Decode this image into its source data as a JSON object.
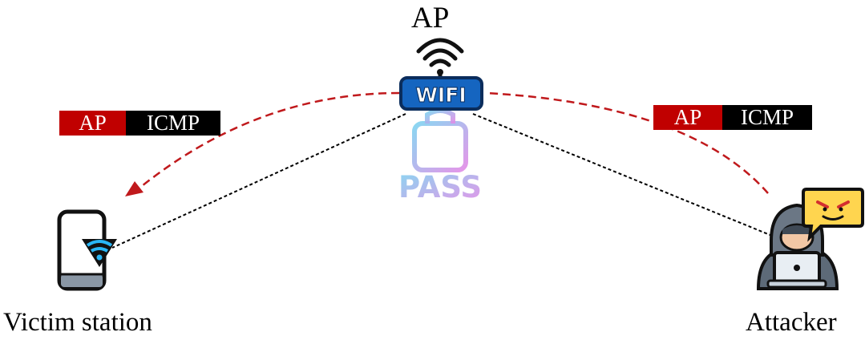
{
  "ap": {
    "title": "AP",
    "router_text": "WIFI",
    "pass_text": "PASS"
  },
  "victim": {
    "label": "Victim station"
  },
  "attacker": {
    "label": "Attacker"
  },
  "packets": [
    {
      "ap_field": "AP",
      "icmp_field": "ICMP"
    },
    {
      "ap_field": "AP",
      "icmp_field": "ICMP"
    }
  ],
  "colors": {
    "forged_path": "#c0191c",
    "link": "#000000",
    "packet_ap": "#c00000",
    "packet_icmp": "#000000",
    "router_body": "#1565c0"
  },
  "icons": [
    "wifi-signal-icon",
    "wifi-router-icon",
    "password-pass-icon",
    "phone-icon",
    "attacker-hacker-icon",
    "angry-chat-bubble-icon"
  ]
}
